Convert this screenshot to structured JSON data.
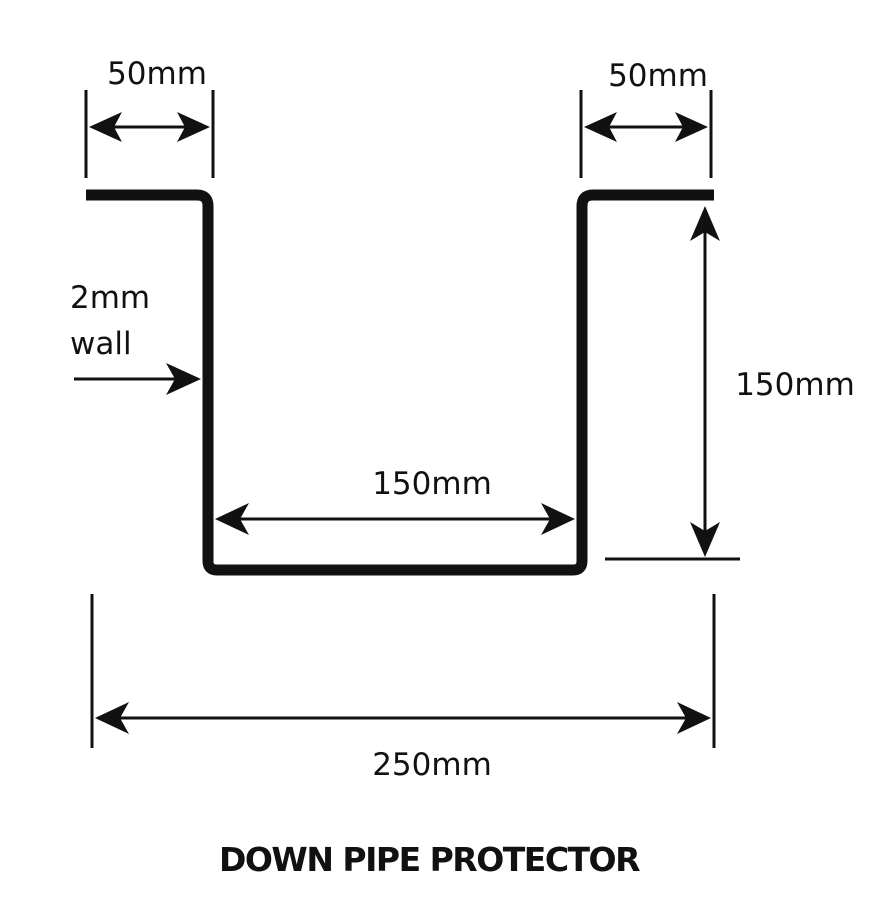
{
  "diagram": {
    "title": "DOWN PIPE PROTECTOR",
    "dimensions": {
      "left_flange": "50mm",
      "right_flange": "50mm",
      "wall_thickness_line1": "2mm",
      "wall_thickness_line2": "wall",
      "channel_height": "150mm",
      "channel_width": "150mm",
      "overall_width": "250mm"
    }
  },
  "colors": {
    "stroke": "#111111",
    "background": "#ffffff"
  }
}
